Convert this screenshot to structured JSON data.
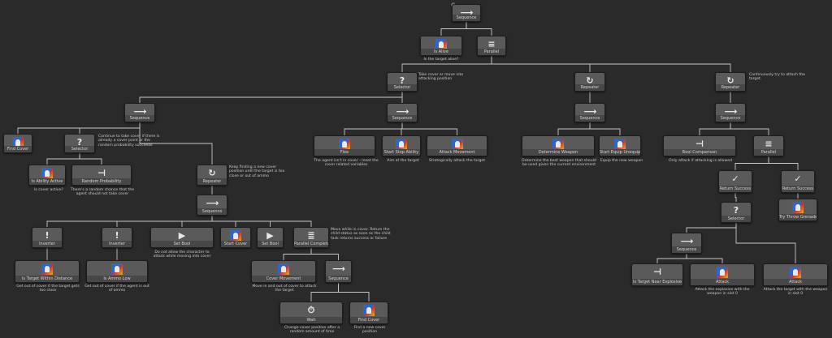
{
  "nodes": {
    "root": {
      "label": "Sequence",
      "icon": "sequence-icon"
    },
    "is_alive": {
      "label": "Is Alive",
      "icon": "task-icon",
      "comment": "Is the target alive?"
    },
    "parallel_top": {
      "label": "Parallel",
      "icon": "parallel-icon"
    },
    "selector_main": {
      "label": "Selector",
      "icon": "selector-icon",
      "comment": "Take cover or move into attacking position"
    },
    "repeater_mid": {
      "label": "Repeater",
      "icon": "repeater-icon"
    },
    "repeater_right": {
      "label": "Repeater",
      "icon": "repeater-icon",
      "comment": "Continuously try to attach the target."
    },
    "sequence_cover": {
      "label": "Sequence",
      "icon": "sequence-icon"
    },
    "sequence_flee": {
      "label": "Sequence",
      "icon": "sequence-icon"
    },
    "sequence_weapon": {
      "label": "Sequence",
      "icon": "sequence-icon"
    },
    "sequence_attack": {
      "label": "Sequence",
      "icon": "sequence-icon"
    },
    "find_cover": {
      "label": "Find Cover",
      "icon": "task-icon"
    },
    "selector_cover": {
      "label": "Selector",
      "icon": "selector-icon",
      "comment": "Continue to take cover if there is already a cover point or the random probability succeeds"
    },
    "flee": {
      "label": "Flee",
      "icon": "task-icon",
      "comment": "The agent isn't in cover - reset the cover related variables"
    },
    "start_stop_ability": {
      "label": "Start Stop Ability",
      "icon": "task-icon",
      "comment": "Aim at the target"
    },
    "attack_movement": {
      "label": "Attack Movement",
      "icon": "task-icon",
      "comment": "Strategically attack the target"
    },
    "determine_weapon": {
      "label": "Determine Weapon",
      "icon": "task-icon",
      "comment": "Determine the best weapon that should be used given the current environment"
    },
    "start_equip_unequip": {
      "label": "Start Equip Unequip",
      "icon": "task-icon",
      "comment": "Equip the new weapon"
    },
    "bool_comparison": {
      "label": "Bool Comparison",
      "icon": "bool-icon",
      "comment": "Only attack if attacking is allowed"
    },
    "parallel_right": {
      "label": "Parallel",
      "icon": "parallel-icon"
    },
    "is_ability_active": {
      "label": "Is Ability Active",
      "icon": "task-icon",
      "comment": "Is cover active?"
    },
    "random_probability": {
      "label": "Random Probability",
      "icon": "bool-icon",
      "comment": "There's a random chance that the agent should not take cover"
    },
    "repeater_cover": {
      "label": "Repeater",
      "icon": "repeater-icon",
      "comment": "Keep finding a new cover position until the target is too close or out of ammo"
    },
    "sequence_inner": {
      "label": "Sequence",
      "icon": "sequence-icon"
    },
    "return_success_1": {
      "label": "Return Success",
      "icon": "check-icon"
    },
    "return_success_2": {
      "label": "Return Success",
      "icon": "check-icon"
    },
    "try_throw_grenade": {
      "label": "Try Throw Grenade",
      "icon": "task-icon"
    },
    "selector_right": {
      "label": "Selector",
      "icon": "selector-icon"
    },
    "inverter_1": {
      "label": "Inverter",
      "icon": "inverter-icon"
    },
    "inverter_2": {
      "label": "Inverter",
      "icon": "inverter-icon"
    },
    "set_bool_1": {
      "label": "Set Bool",
      "icon": "play-icon",
      "comment": "Do not allow the character to attack while moving into cover"
    },
    "start_cover": {
      "label": "Start Cover",
      "icon": "task-icon"
    },
    "set_bool_2": {
      "label": "Set Bool",
      "icon": "play-icon"
    },
    "parallel_complete": {
      "label": "Parallel Complete",
      "icon": "parallel-complete-icon",
      "comment": "Move while in cover. Return the child status as soon as the child task returns success or failure"
    },
    "sequence_explosive": {
      "label": "Sequence",
      "icon": "sequence-icon"
    },
    "is_target_within_distance": {
      "label": "Is Target Within Distance",
      "icon": "task-icon",
      "comment": "Get out of cover if the target gets too close"
    },
    "is_ammo_low": {
      "label": "Is Ammo Low",
      "icon": "task-icon",
      "comment": "Get out of cover if the agent is out of ammo"
    },
    "cover_movement": {
      "label": "Cover Movement",
      "icon": "task-icon",
      "comment": "Move in and out of cover to attack the target"
    },
    "sequence_wait": {
      "label": "Sequence",
      "icon": "sequence-icon"
    },
    "is_target_near_explosive": {
      "label": "Is Target Near Explosive",
      "icon": "bool-icon"
    },
    "attack_1": {
      "label": "Attack",
      "icon": "task-icon",
      "comment": "Attack the explosive with the weapon in slot 0"
    },
    "attack_2": {
      "label": "Attack",
      "icon": "task-icon",
      "comment": "Attack the target with the weapon in slot 0"
    },
    "wait": {
      "label": "Wait",
      "icon": "wait-icon",
      "comment": "Change cover position after a random amount of time"
    },
    "find_cover_2": {
      "label": "Find Cover",
      "icon": "task-icon",
      "comment": "Find a new cover position"
    }
  },
  "edges": [
    [
      "root",
      "is_alive"
    ],
    [
      "root",
      "parallel_top"
    ],
    [
      "parallel_top",
      "selector_main"
    ],
    [
      "parallel_top",
      "repeater_mid"
    ],
    [
      "parallel_top",
      "repeater_right"
    ],
    [
      "selector_main",
      "sequence_cover"
    ],
    [
      "selector_main",
      "sequence_flee"
    ],
    [
      "repeater_mid",
      "sequence_weapon"
    ],
    [
      "repeater_right",
      "sequence_attack"
    ],
    [
      "sequence_cover",
      "find_cover"
    ],
    [
      "sequence_cover",
      "selector_cover"
    ],
    [
      "sequence_cover",
      "repeater_cover"
    ],
    [
      "sequence_flee",
      "flee"
    ],
    [
      "sequence_flee",
      "start_stop_ability"
    ],
    [
      "sequence_flee",
      "attack_movement"
    ],
    [
      "sequence_weapon",
      "determine_weapon"
    ],
    [
      "sequence_weapon",
      "start_equip_unequip"
    ],
    [
      "sequence_attack",
      "bool_comparison"
    ],
    [
      "sequence_attack",
      "parallel_right"
    ],
    [
      "selector_cover",
      "is_ability_active"
    ],
    [
      "selector_cover",
      "random_probability"
    ],
    [
      "repeater_cover",
      "sequence_inner"
    ],
    [
      "parallel_right",
      "return_success_1"
    ],
    [
      "parallel_right",
      "return_success_2"
    ],
    [
      "return_success_2",
      "try_throw_grenade"
    ],
    [
      "return_success_1",
      "selector_right"
    ],
    [
      "sequence_inner",
      "inverter_1"
    ],
    [
      "sequence_inner",
      "inverter_2"
    ],
    [
      "sequence_inner",
      "set_bool_1"
    ],
    [
      "sequence_inner",
      "start_cover"
    ],
    [
      "sequence_inner",
      "set_bool_2"
    ],
    [
      "sequence_inner",
      "parallel_complete"
    ],
    [
      "inverter_1",
      "is_target_within_distance"
    ],
    [
      "inverter_2",
      "is_ammo_low"
    ],
    [
      "parallel_complete",
      "cover_movement"
    ],
    [
      "parallel_complete",
      "sequence_wait"
    ],
    [
      "sequence_wait",
      "wait"
    ],
    [
      "sequence_wait",
      "find_cover_2"
    ],
    [
      "selector_right",
      "sequence_explosive"
    ],
    [
      "selector_right",
      "attack_2"
    ],
    [
      "sequence_explosive",
      "is_target_near_explosive"
    ],
    [
      "sequence_explosive",
      "attack_1"
    ]
  ]
}
